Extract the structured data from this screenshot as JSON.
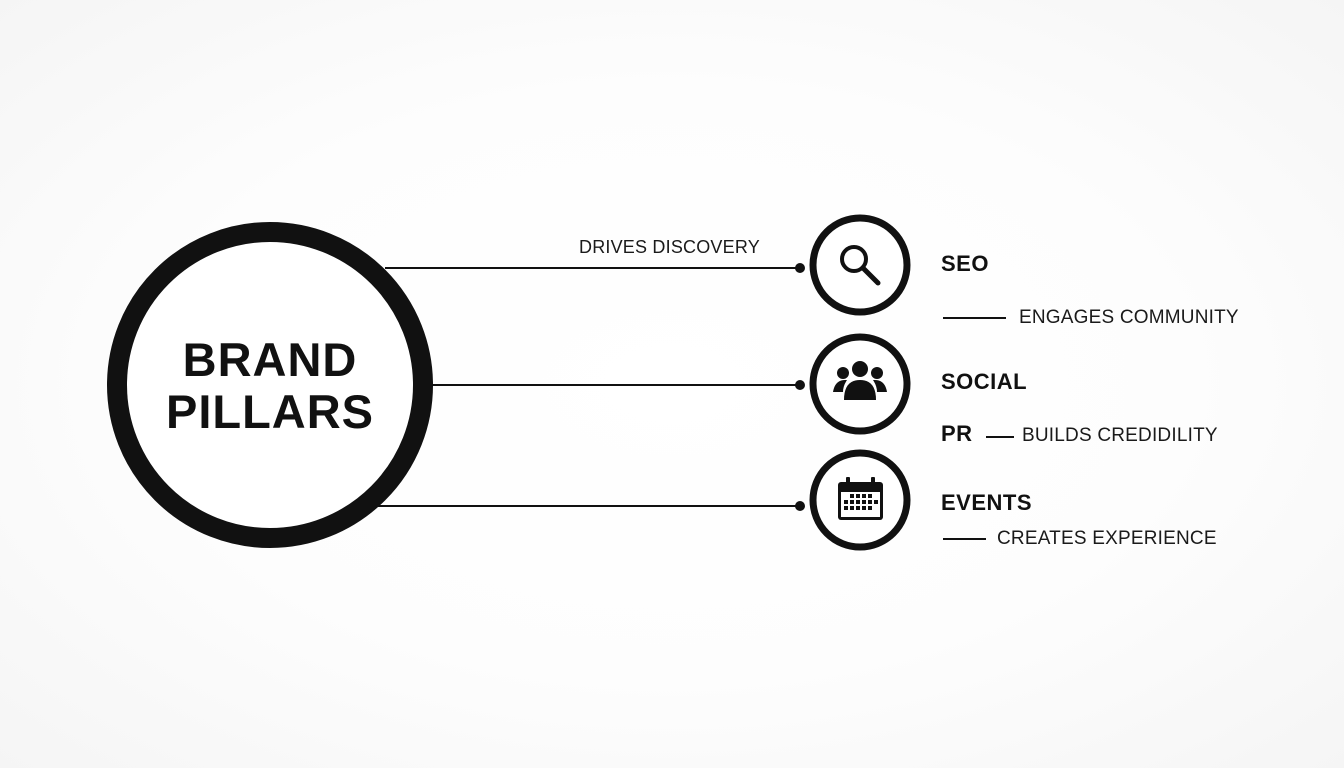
{
  "diagram": {
    "center": {
      "title_line1": "BRAND",
      "title_line2": "PILLARS"
    },
    "connector_label": "DRIVES DISCOVERY",
    "nodes": [
      {
        "id": "seo",
        "title": "SEO",
        "icon": "search-icon",
        "caption": "ENGAGES COMMUNITY"
      },
      {
        "id": "social",
        "title": "SOCIAL",
        "icon": "people-icon"
      },
      {
        "id": "pr",
        "title": "PR",
        "caption": "BUILDS CREDIDILITY"
      },
      {
        "id": "events",
        "title": "EVENTS",
        "icon": "calendar-icon",
        "caption": "CREATES EXPERIENCE"
      }
    ],
    "colors": {
      "stroke": "#111111",
      "background": "#fdfdfd"
    }
  }
}
